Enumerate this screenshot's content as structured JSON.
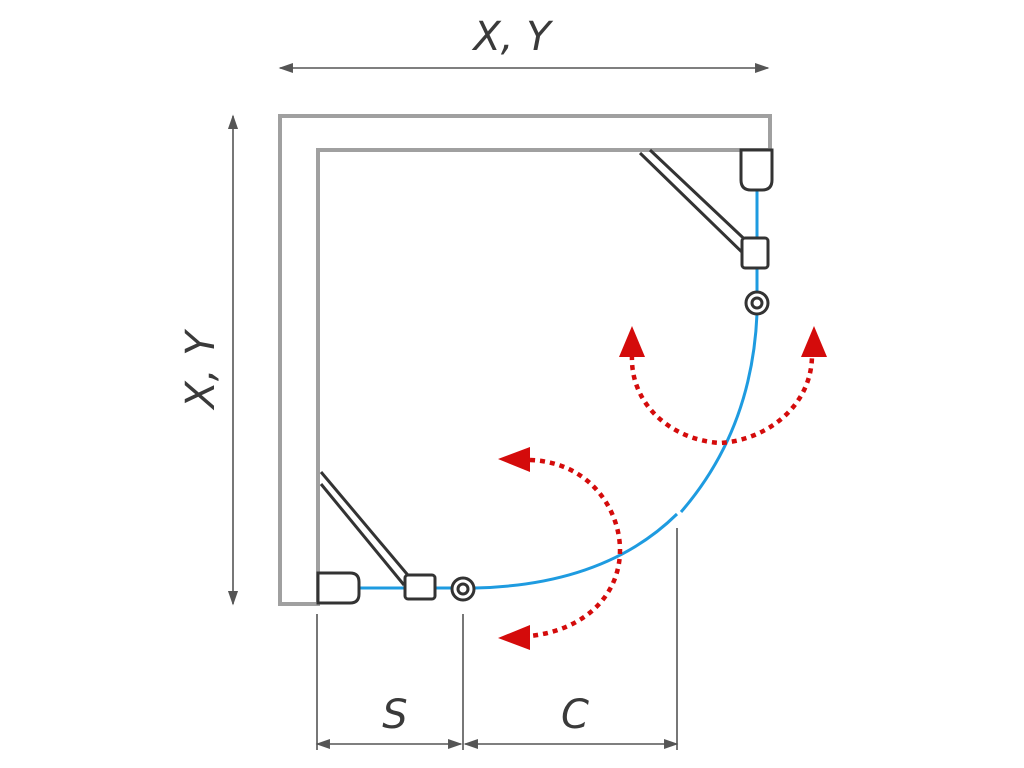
{
  "dimensions": {
    "top": "X, Y",
    "side": "X, Y",
    "bottom_left": "S",
    "bottom_right": "C"
  },
  "colors": {
    "wall": "#a0a0a0",
    "glass": "#1e9be0",
    "swing_arrow": "#d40b0b",
    "hardware": "#333333",
    "dimension_line": "#555555"
  }
}
